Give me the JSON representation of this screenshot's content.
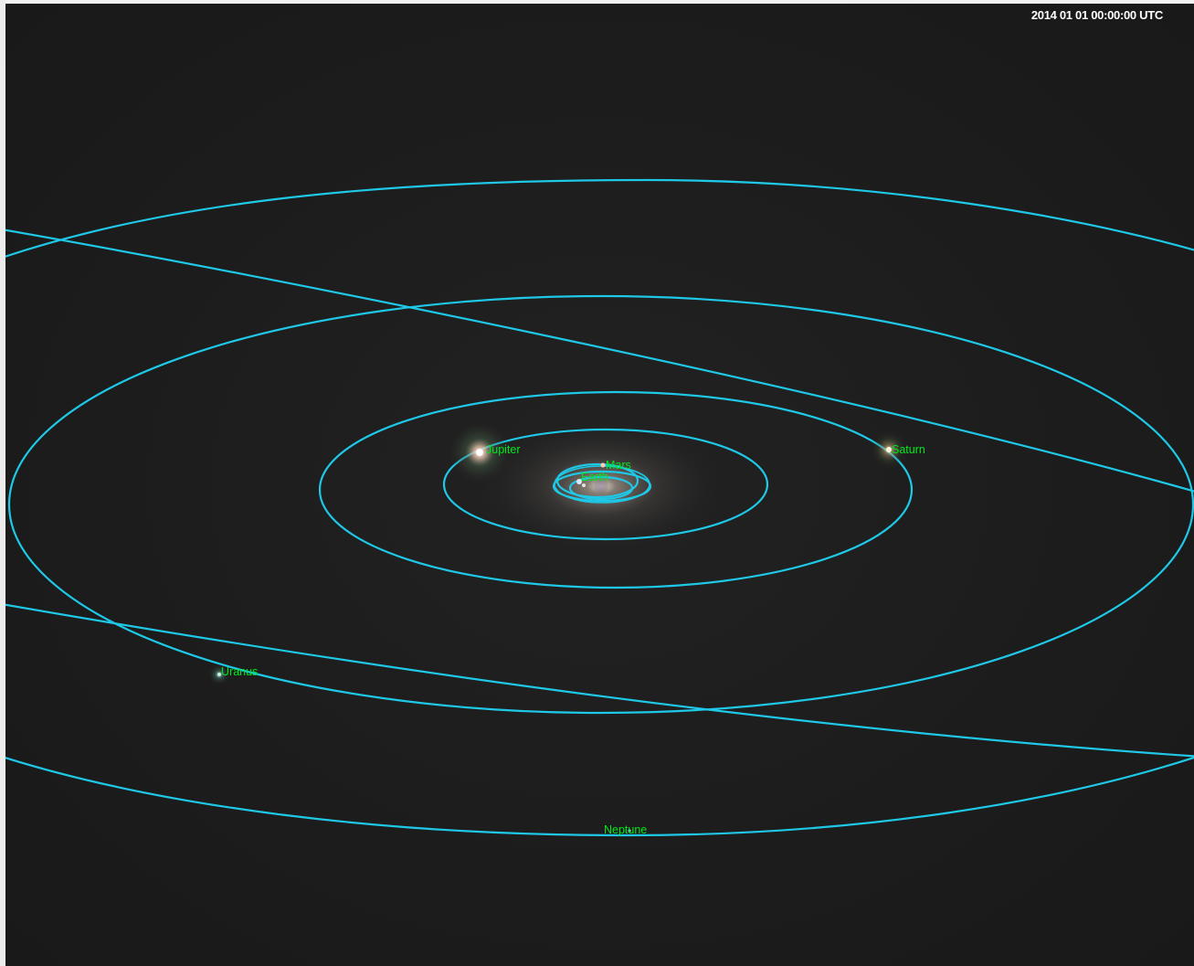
{
  "timestamp": "2014 01 01 00:00:00 UTC",
  "colors": {
    "orbit": "#1ec8e6",
    "label": "#00e81a",
    "background": "#1c1c1c"
  },
  "planets": {
    "jupiter": "Jupiter",
    "mars": "Mars",
    "earth": "Earth",
    "saturn": "Saturn",
    "uranus": "Uranus",
    "neptune": "Neptune"
  }
}
